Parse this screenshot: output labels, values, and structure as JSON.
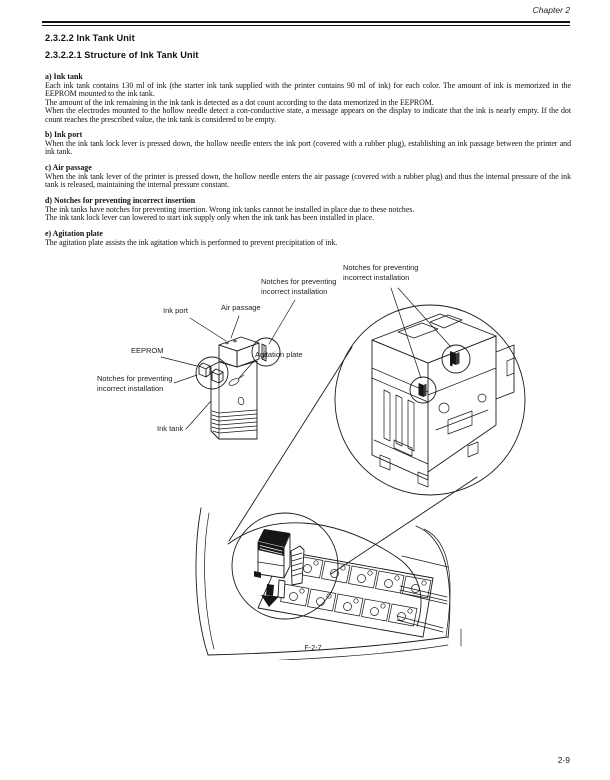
{
  "page": {
    "chapter_header": "Chapter 2",
    "page_number": "2-9"
  },
  "headings": {
    "h1": "2.3.2.2 Ink Tank Unit",
    "h2": "2.3.2.2.1 Structure of Ink Tank Unit"
  },
  "sections": [
    {
      "title": "a) Ink tank",
      "body": "Each ink tank contains 130 ml of ink (the starter ink tank supplied with the printer contains 90 ml of ink) for each color. The amount of ink is memorized in the EEPROM mounted to the ink tank.\nThe amount of the ink remaining in the ink tank is detected as a dot count according to the data memorized in the EEPROM.\nWhen the electrodes mounted to the hollow needle detect a con-conductive state, a message appears on the display to indicate that the ink is nearly empty. If the dot count reaches the prescribed value, the ink tank is considered to be empty."
    },
    {
      "title": "b) Ink port",
      "body": "When the ink tank lock lever is pressed down, the hollow needle enters the ink port (covered with a rubber plug), establishing an ink passage between the printer and ink tank."
    },
    {
      "title": "c) Air passage",
      "body": "When the ink tank lever of the printer is pressed down, the hollow needle enters the air passage (covered with a rubber plug) and thus the internal pressure of the ink tank is released, maintaining the internal pressure constant."
    },
    {
      "title": "d) Notches for preventing incorrect insertion",
      "body": "The ink tanks have notches for preventing insertion. Wrong ink tanks cannot be installed in place due to these notches.\nThe ink tank lock lever can lowered to start ink supply only when the ink tank has been installed in place."
    },
    {
      "title": "e) Agitation plate",
      "body": "The agitation plate assists the ink agitation which is performed to prevent precipitation of ink."
    }
  ],
  "figure": {
    "caption": "F-2-7",
    "labels": {
      "notches_mid": "Notches for preventing\nincorrect installation",
      "notches_right": "Notches for preventing\nincorrect installation",
      "notches_left": "Notches for preventing\nincorrect installation",
      "ink_port": "Ink port",
      "air_passage": "Air passage",
      "eeprom": "EEPROM",
      "agitation_plate": "Agitation plate",
      "ink_tank": "Ink tank"
    }
  }
}
